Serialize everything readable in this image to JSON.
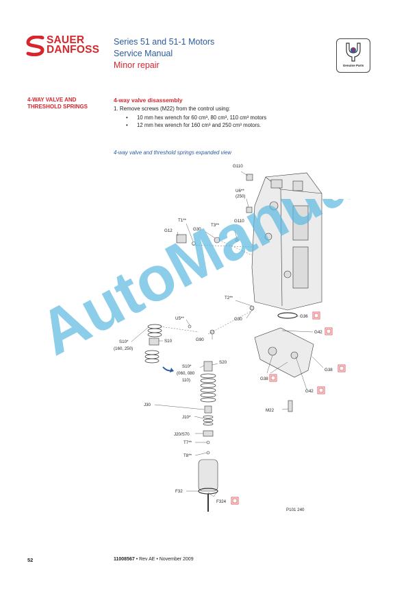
{
  "brand": {
    "line1": "SAUER",
    "line2": "DANFOSS"
  },
  "header": {
    "title": "Series 51 and 51-1 Motors",
    "subtitle": "Service Manual",
    "section": "Minor repair"
  },
  "badge": {
    "label": "Genuine Parts"
  },
  "sidebar_heading": {
    "line1": "4-WAY VALVE AND",
    "line2": "THRESHOLD SPRINGS"
  },
  "content": {
    "subheading": "4-way valve disassembly",
    "step1": "1.   Remove screws (M22) from the control using:",
    "bullets": [
      "10 mm hex wrench for 60 cm³, 80 cm³, 110 cm³ motors",
      "12 mm hex wrench for 160 cm³ and 250 cm³ motors."
    ],
    "figure_caption": "4-way valve and threshold springs expanded view"
  },
  "figure": {
    "labels": {
      "g110_top": "G110",
      "u6": "U6**",
      "u6_sub": "(250)",
      "g110_mid": "G110",
      "t1": "T1**",
      "g30_a": "G30",
      "t3": "T3**",
      "g12": "G12",
      "t2": "T2**",
      "g36": "G36",
      "g30_b": "G30",
      "u5": "U5**",
      "g42_a": "G42",
      "g90": "G90",
      "s10_a": "S10*",
      "s10_a_sub": "(160, 250)",
      "s10_b": "S10",
      "s10_c": "S10*",
      "s10_c_sub1": "(060, 080",
      "s10_c_sub2": "110)",
      "s20": "S20",
      "g38_a": "G38",
      "g38_b": "G38",
      "g42_b": "G42",
      "m22": "M22",
      "j30": "J30",
      "j10": "J10*",
      "j20": "J20/S70",
      "t7": "T7**",
      "t8": "T8**",
      "f32": "F32",
      "f324": "F324",
      "ref": "P101 240"
    }
  },
  "watermark": "AutoManual",
  "footer": {
    "page": "52",
    "doc_number": "11008567",
    "doc_rest": " • Rev AE • November 2009"
  }
}
